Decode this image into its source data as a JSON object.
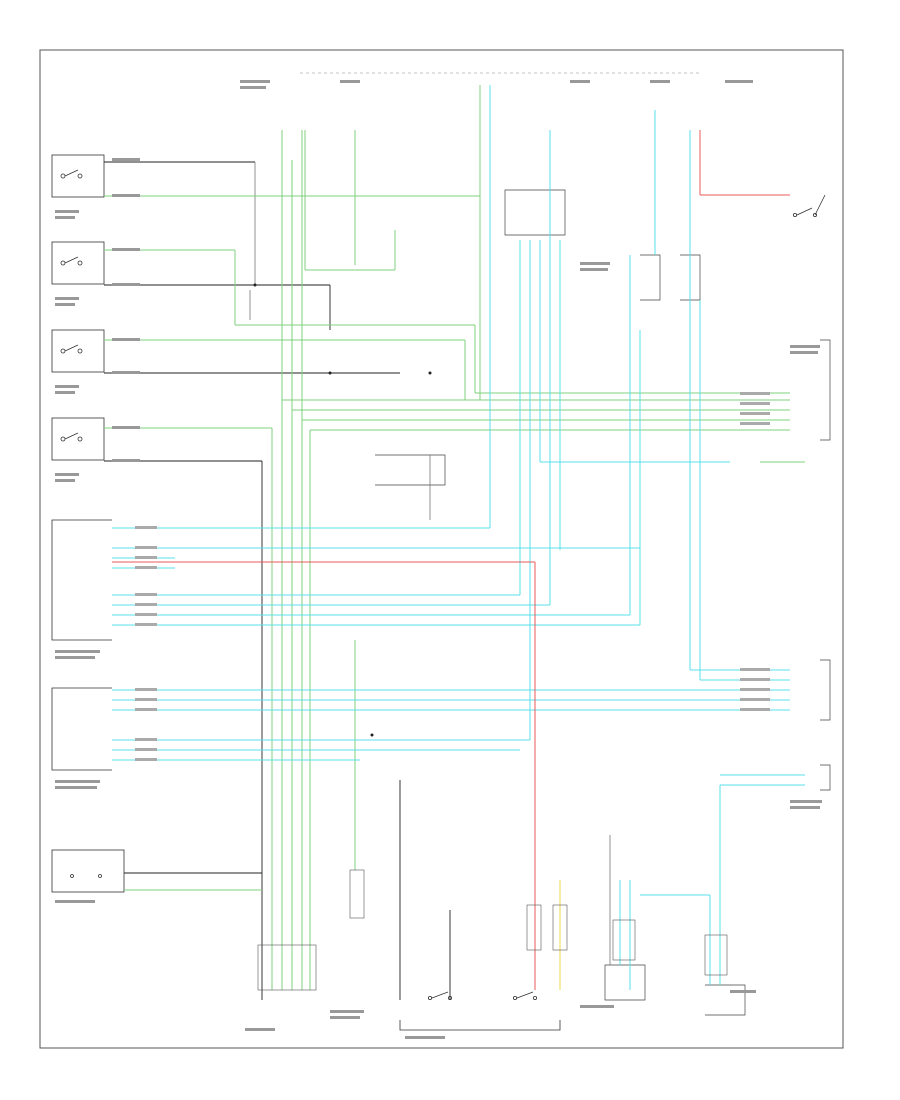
{
  "diagram": {
    "type": "wiring-diagram",
    "page_marker": "",
    "top_labels": [
      "",
      "",
      ""
    ],
    "wire_colors": {
      "green": "#7fd27f",
      "cyan": "#59dfe8",
      "red": "#e85a5a",
      "black": "#222222",
      "gray": "#666666"
    },
    "components": [
      {
        "id": "left-rear-door-switch",
        "label": ""
      },
      {
        "id": "right-rear-door-switch",
        "label": ""
      },
      {
        "id": "right-front-door-switch",
        "label": ""
      },
      {
        "id": "left-front-door-switch",
        "label": ""
      },
      {
        "id": "instrument-cluster",
        "label": ""
      },
      {
        "id": "auto-light-control-sensor",
        "label": ""
      },
      {
        "id": "dash-display",
        "label": ""
      },
      {
        "id": "headlight-switch",
        "label": ""
      },
      {
        "id": "left-front-door-switch-right",
        "label": ""
      },
      {
        "id": "junction-connectors",
        "label": ""
      }
    ]
  }
}
